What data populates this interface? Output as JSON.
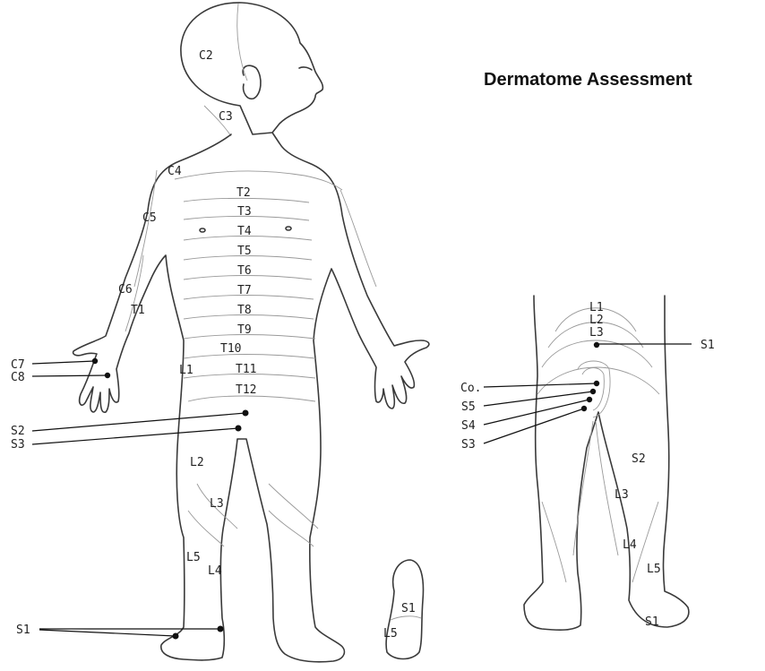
{
  "title": "Dermatome Assessment",
  "front_labels": {
    "c2": "C2",
    "c3": "C3",
    "c4": "C4",
    "c5": "C5",
    "c6": "C6",
    "t1": "T1",
    "c7": "C7",
    "c8": "C8",
    "t2": "T2",
    "t3": "T3",
    "t4": "T4",
    "t5": "T5",
    "t6": "T6",
    "t7": "T7",
    "t8": "T8",
    "t9": "T9",
    "t10": "T10",
    "t11": "T11",
    "t12": "T12",
    "l1": "L1",
    "l2": "L2",
    "l3": "L3",
    "l4": "L4",
    "l5": "L5",
    "s2": "S2",
    "s3": "S3",
    "s1": "S1"
  },
  "sole_labels": {
    "s1": "S1",
    "l5": "L5"
  },
  "back_labels": {
    "l1": "L1",
    "l2": "L2",
    "l3": "L3",
    "s1": "S1",
    "co": "Co.",
    "s5": "S5",
    "s4": "S4",
    "s3": "S3",
    "s2": "S2",
    "l3b": "L3",
    "l4": "L4",
    "l5": "L5",
    "s1b": "S1"
  }
}
